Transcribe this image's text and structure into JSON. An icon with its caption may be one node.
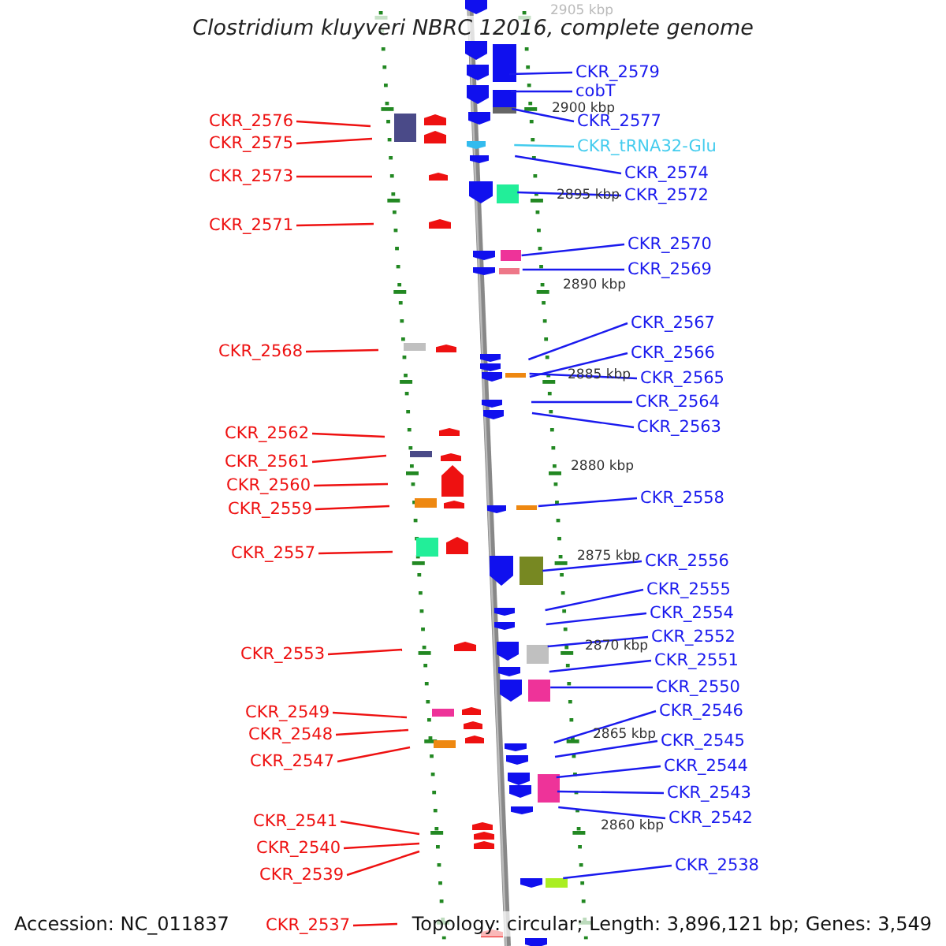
{
  "diagram": {
    "title": "Clostridium kluyveri NBRC 12016, complete genome",
    "nodes": [
      {
        "text": [
          "CKR_2579"
        ]
      },
      {
        "text": [
          "cobT"
        ]
      },
      {
        "text": [
          "CKR_2576"
        ]
      },
      {
        "text": [
          "CKR_2577"
        ]
      },
      {
        "text": [
          "CKR_2575"
        ]
      },
      {
        "text": [
          "CKR_tRNA32-Glu"
        ]
      },
      {
        "text": [
          "CKR_2574"
        ]
      },
      {
        "text": [
          "CKR_2573"
        ]
      },
      {
        "text": [
          "CKR_2572"
        ]
      },
      {
        "text": [
          "CKR_2571"
        ]
      },
      {
        "text": [
          "CKR_2570"
        ]
      },
      {
        "text": [
          "CKR_2569"
        ]
      },
      {
        "text": [
          "CKR_2567"
        ]
      },
      {
        "text": [
          "CKR_2568"
        ]
      },
      {
        "text": [
          "CKR_2566"
        ]
      },
      {
        "text": [
          "CKR_2565"
        ]
      },
      {
        "text": [
          "CKR_2564"
        ]
      },
      {
        "text": [
          "CKR_2563"
        ]
      },
      {
        "text": [
          "CKR_2562"
        ]
      },
      {
        "text": [
          "CKR_2561"
        ]
      },
      {
        "text": [
          "CKR_2560"
        ]
      },
      {
        "text": [
          "CKR_2558"
        ]
      },
      {
        "text": [
          "CKR_2559"
        ]
      },
      {
        "text": [
          "CKR_2557"
        ]
      },
      {
        "text": [
          "CKR_2556"
        ]
      },
      {
        "text": [
          "CKR_2555"
        ]
      },
      {
        "text": [
          "CKR_2554"
        ]
      },
      {
        "text": [
          "CKR_2552"
        ]
      },
      {
        "text": [
          "CKR_2553"
        ]
      },
      {
        "text": [
          "CKR_2551"
        ]
      },
      {
        "text": [
          "CKR_2550"
        ]
      },
      {
        "text": [
          "CKR_2546"
        ]
      },
      {
        "text": [
          "CKR_2549"
        ]
      },
      {
        "text": [
          "CKR_2548"
        ]
      },
      {
        "text": [
          "CKR_2545"
        ]
      },
      {
        "text": [
          "CKR_2547"
        ]
      },
      {
        "text": [
          "CKR_2544"
        ]
      },
      {
        "text": [
          "CKR_2543"
        ]
      },
      {
        "text": [
          "CKR_2542"
        ]
      },
      {
        "text": [
          "CKR_2541"
        ]
      },
      {
        "text": [
          "CKR_2540"
        ]
      },
      {
        "text": [
          "CKR_2538"
        ]
      },
      {
        "text": [
          "CKR_2539"
        ]
      },
      {
        "text": [
          "CKR_2537"
        ]
      }
    ],
    "edges": [
      {
        "from": 0,
        "to": null,
        "arrow": "none"
      },
      {
        "from": 1,
        "to": null,
        "arrow": "none"
      },
      {
        "from": 2,
        "to": null,
        "arrow": "none",
        "color": "#ee1111"
      },
      {
        "from": 3,
        "to": null,
        "arrow": "none"
      },
      {
        "from": 4,
        "to": null,
        "arrow": "none",
        "color": "#ee1111"
      },
      {
        "from": 5,
        "to": null,
        "arrow": "none",
        "color": "#44ccee"
      },
      {
        "from": 6,
        "to": null,
        "arrow": "none"
      },
      {
        "from": 7,
        "to": null,
        "arrow": "none",
        "color": "#ee1111"
      },
      {
        "from": 8,
        "to": null,
        "arrow": "none"
      },
      {
        "from": 9,
        "to": null,
        "arrow": "none",
        "color": "#ee1111"
      },
      {
        "from": 10,
        "to": null,
        "arrow": "none"
      },
      {
        "from": 11,
        "to": null,
        "arrow": "none"
      },
      {
        "from": 12,
        "to": null,
        "arrow": "none"
      },
      {
        "from": 13,
        "to": null,
        "arrow": "none",
        "color": "#ee1111"
      },
      {
        "from": 14,
        "to": null,
        "arrow": "none"
      },
      {
        "from": 15,
        "to": null,
        "arrow": "none"
      },
      {
        "from": 16,
        "to": null,
        "arrow": "none"
      },
      {
        "from": 17,
        "to": null,
        "arrow": "none"
      },
      {
        "from": 18,
        "to": null,
        "arrow": "none",
        "color": "#ee1111"
      },
      {
        "from": 19,
        "to": null,
        "arrow": "none",
        "color": "#ee1111"
      },
      {
        "from": 20,
        "to": null,
        "arrow": "none",
        "color": "#ee1111"
      },
      {
        "from": 21,
        "to": null,
        "arrow": "none"
      },
      {
        "from": 22,
        "to": null,
        "arrow": "none",
        "color": "#ee1111"
      },
      {
        "from": 23,
        "to": null,
        "arrow": "none",
        "color": "#ee1111"
      },
      {
        "from": 24,
        "to": null,
        "arrow": "none"
      },
      {
        "from": 25,
        "to": null,
        "arrow": "none"
      },
      {
        "from": 26,
        "to": null,
        "arrow": "none"
      },
      {
        "from": 27,
        "to": null,
        "arrow": "none"
      },
      {
        "from": 28,
        "to": null,
        "arrow": "none",
        "color": "#ee1111"
      },
      {
        "from": 29,
        "to": null,
        "arrow": "none"
      },
      {
        "from": 30,
        "to": null,
        "arrow": "none"
      },
      {
        "from": 31,
        "to": null,
        "arrow": "none"
      },
      {
        "from": 32,
        "to": null,
        "arrow": "none",
        "color": "#ee1111"
      },
      {
        "from": 33,
        "to": null,
        "arrow": "none",
        "color": "#ee1111"
      },
      {
        "from": 34,
        "to": null,
        "arrow": "none"
      },
      {
        "from": 35,
        "to": null,
        "arrow": "none",
        "color": "#ee1111"
      },
      {
        "from": 36,
        "to": null,
        "arrow": "none"
      },
      {
        "from": 37,
        "to": null,
        "arrow": "none"
      },
      {
        "from": 38,
        "to": null,
        "arrow": "none"
      },
      {
        "from": 39,
        "to": null,
        "arrow": "none",
        "color": "#ee1111"
      },
      {
        "from": 40,
        "to": null,
        "arrow": "none",
        "color": "#ee1111"
      },
      {
        "from": 41,
        "to": null,
        "arrow": "none"
      },
      {
        "from": 42,
        "to": null,
        "arrow": "none",
        "color": "#ee1111"
      },
      {
        "from": 43,
        "to": null,
        "arrow": "none",
        "color": "#ee1111"
      }
    ],
    "labels": [
      "2905 kbp",
      "2900 kbp",
      "2895 kbp",
      "2890 kbp",
      "2885 kbp",
      "2880 kbp",
      "2875 kbp",
      "2870 kbp",
      "2865 kbp",
      "2860 kbp",
      "Accession: NC_011837",
      "Topology: circular; Length: 3,896,121 bp; Genes: 3,549"
    ]
  }
}
